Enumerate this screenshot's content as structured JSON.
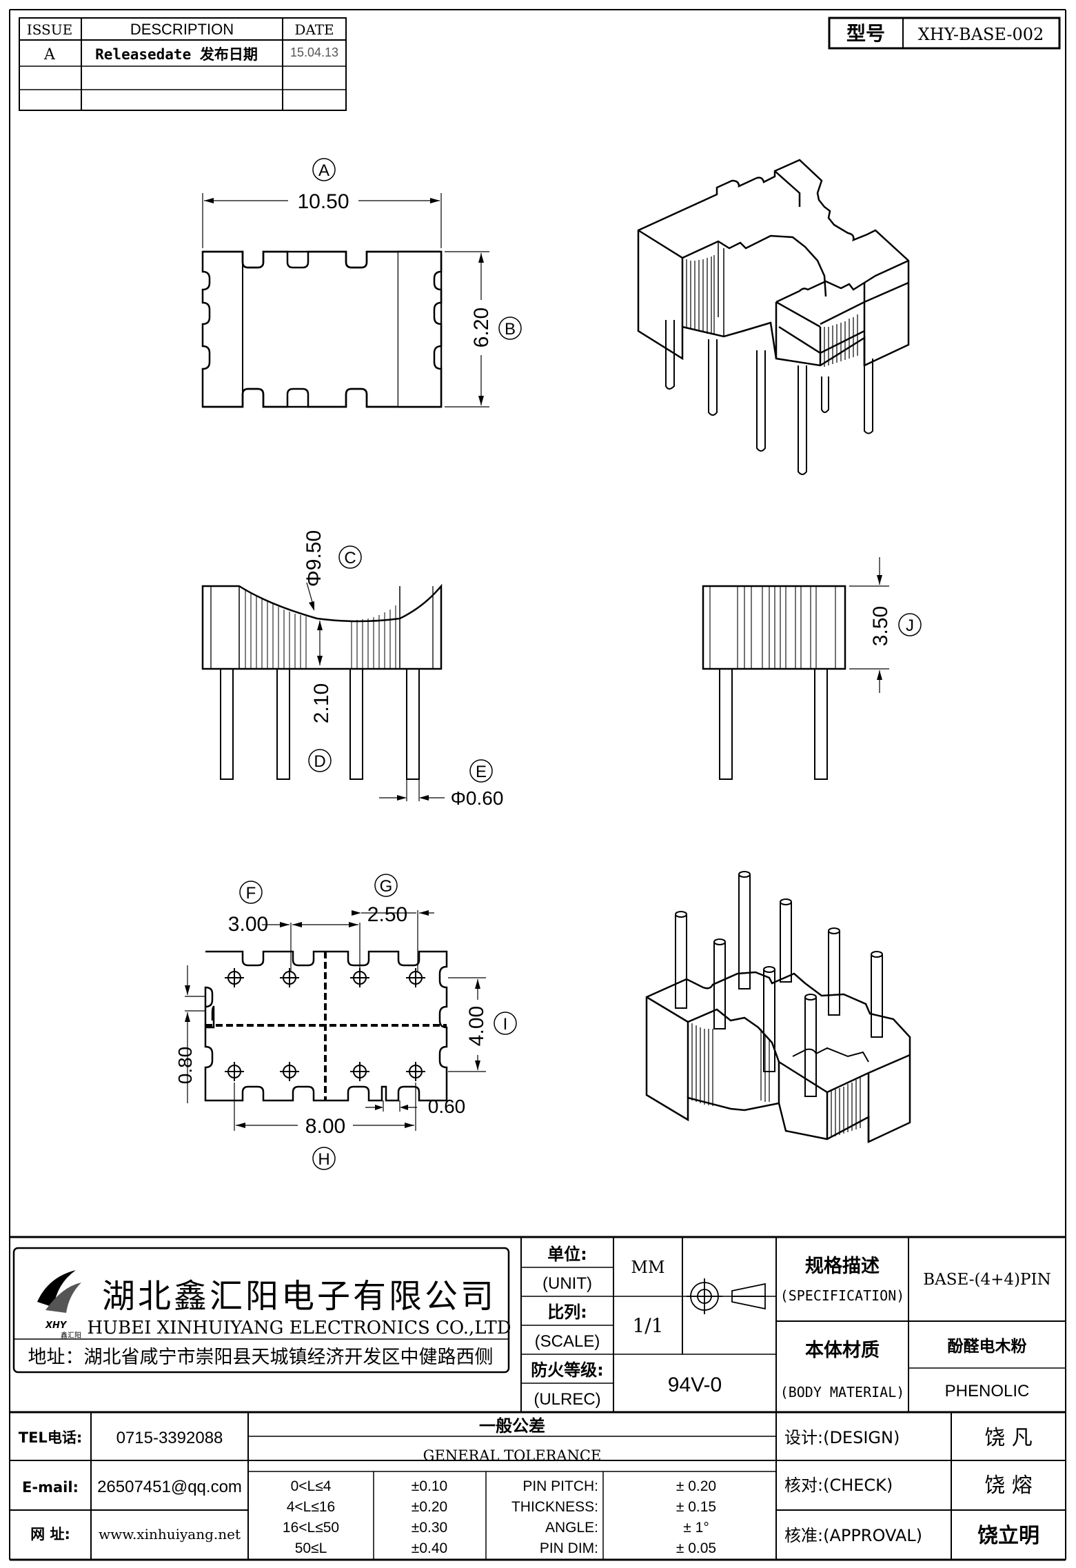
{
  "revision_table": {
    "headers": [
      "ISSUE",
      "DESCRIPTION",
      "DATE"
    ],
    "rows": [
      {
        "issue": "A",
        "description": "Releasedate 发布日期",
        "date": "15.04.13"
      },
      {
        "issue": "",
        "description": "",
        "date": ""
      },
      {
        "issue": "",
        "description": "",
        "date": ""
      }
    ]
  },
  "model": {
    "label": "型号",
    "value": "XHY-BASE-002"
  },
  "dimensions": {
    "A": {
      "tag": "A",
      "value": "10.50"
    },
    "B": {
      "tag": "B",
      "value": "6.20"
    },
    "C": {
      "tag": "C",
      "value": "Φ9.50"
    },
    "D": {
      "tag": "D",
      "value": "2.10"
    },
    "E": {
      "tag": "E",
      "value": "Φ0.60"
    },
    "J": {
      "tag": "J",
      "value": "3.50"
    },
    "F": {
      "tag": "F",
      "value": "3.00"
    },
    "G": {
      "tag": "G",
      "value": "2.50"
    },
    "I": {
      "tag": "I",
      "value": "4.00"
    },
    "H": {
      "tag": "H",
      "value": "8.00"
    },
    "slot_width": "0.80",
    "slot_gap": "0.60"
  },
  "company": {
    "logo_text": "XHY",
    "logo_subtext": "鑫汇阳",
    "name_cn": "湖北鑫汇阳电子有限公司",
    "name_en": "HUBEI XINHUIYANG ELECTRONICS CO.,LTD",
    "address": "地址：湖北省咸宁市崇阳县天城镇经济开发区中健路西侧"
  },
  "title_block": {
    "unit_label": "单位:",
    "unit_label_en": "(UNIT)",
    "unit_value": "MM",
    "scale_label": "比列:",
    "scale_label_en": "(SCALE)",
    "scale_value": "1/1",
    "ul_label": "防火等级:",
    "ul_label_en": "(ULREC)",
    "ul_value": "94V-0",
    "spec_label": "规格描述",
    "spec_label_en": "(SPECIFICATION)",
    "spec_value": "BASE-(4+4)PIN",
    "material_label": "本体材质",
    "material_label_en": "(BODY MATERIAL)",
    "material_value_cn": "酚醛电木粉",
    "material_value_en": "PHENOLIC"
  },
  "contact": {
    "tel_label": "TEL电话:",
    "tel": "0715-3392088",
    "email_label": "E-mail:",
    "email": "26507451@qq.com",
    "web_label": "网  址:",
    "web": "www.xinhuiyang.net"
  },
  "tolerance": {
    "title_cn": "一般公差",
    "title_en": "GENERAL TOLERANCE",
    "ranges": [
      {
        "range": "0<L≤4",
        "tol": "±0.10"
      },
      {
        "range": "4<L≤16",
        "tol": "±0.20"
      },
      {
        "range": "16<L≤50",
        "tol": "±0.30"
      },
      {
        "range": "50≤L",
        "tol": "±0.40"
      }
    ],
    "items": [
      {
        "label": "PIN PITCH:",
        "tol": "± 0.20"
      },
      {
        "label": "THICKNESS:",
        "tol": "± 0.15"
      },
      {
        "label": "ANGLE:",
        "tol": "± 1°"
      },
      {
        "label": "PIN DIM:",
        "tol": "± 0.05"
      }
    ]
  },
  "approvals": {
    "design_label": "设计:(DESIGN)",
    "design_name": "饶 凡",
    "check_label": "核对:(CHECK)",
    "check_name": "饶 熔",
    "approval_label": "核准:(APPROVAL)",
    "approval_name": "饶立明"
  }
}
